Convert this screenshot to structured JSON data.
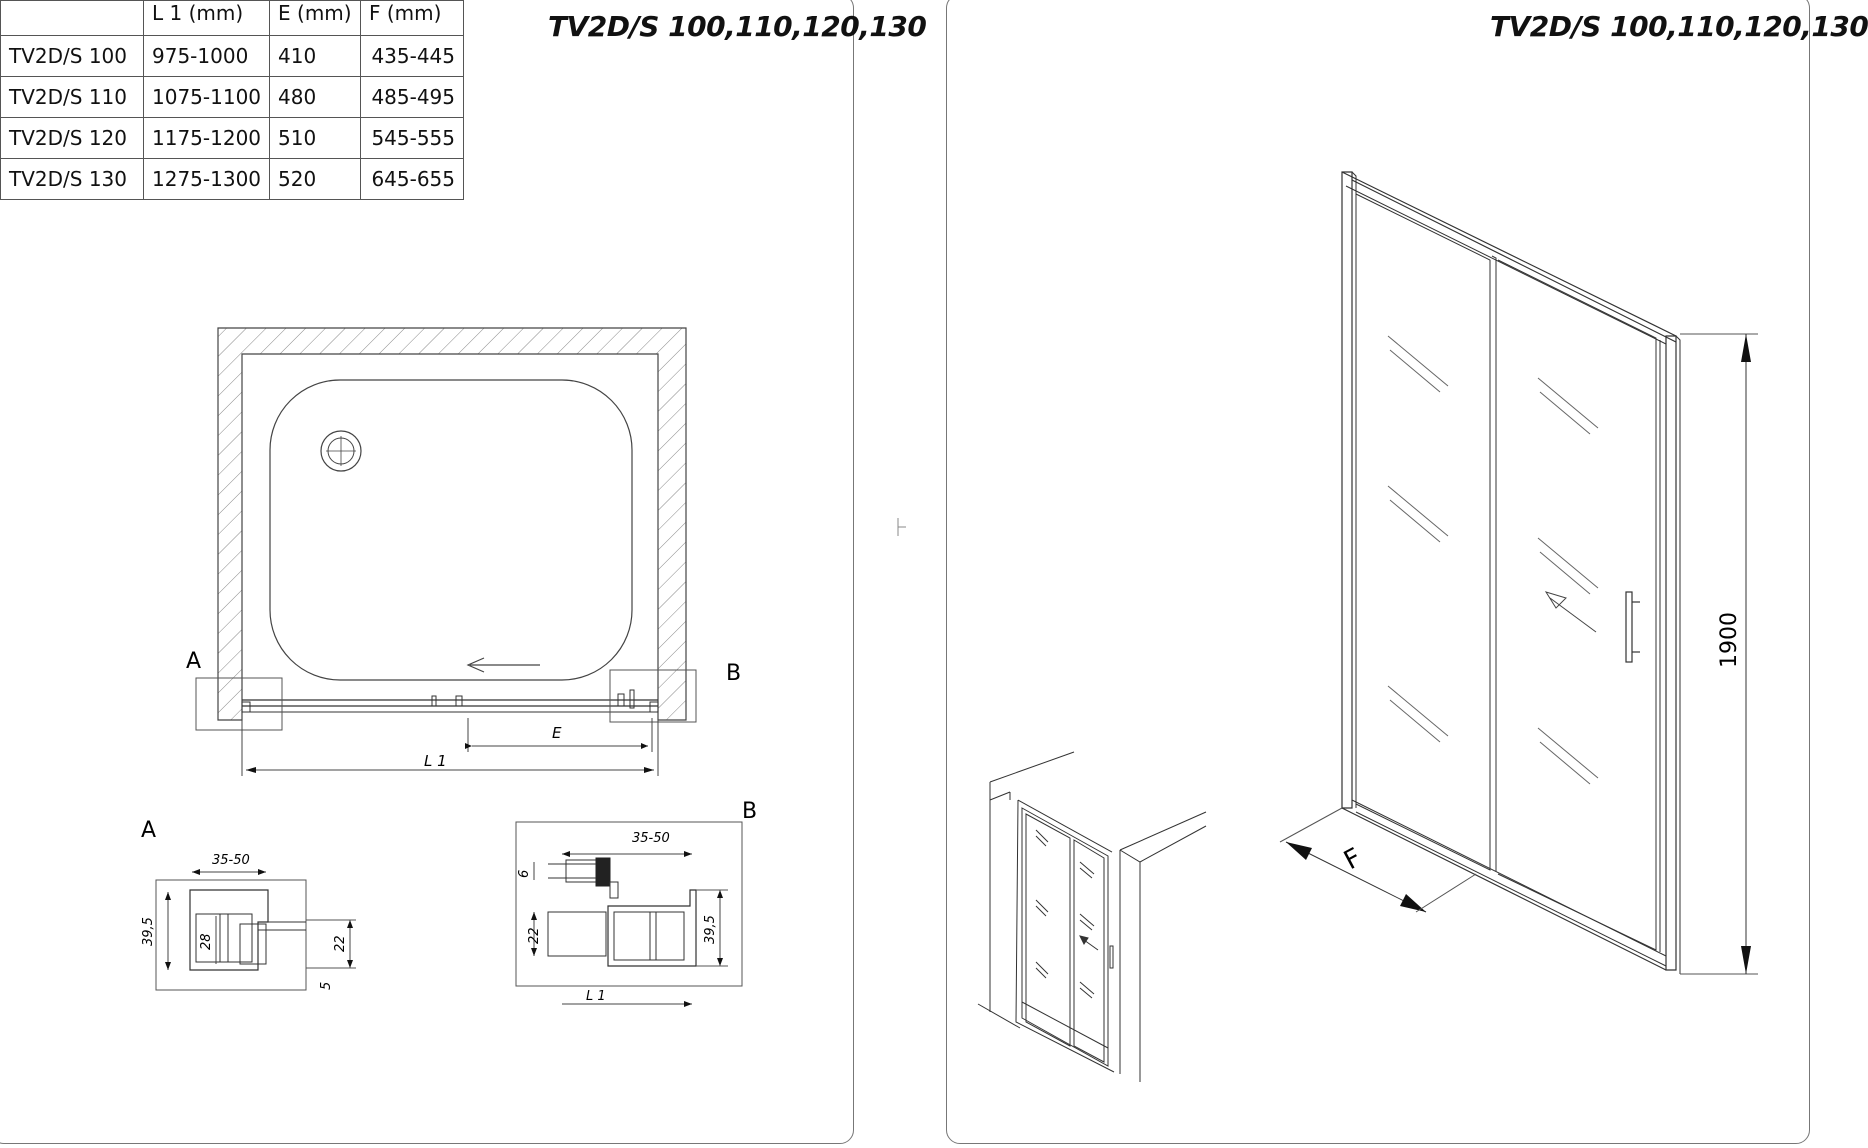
{
  "title_left": "TV2D/S 100,110,120,130",
  "title_right": "TV2D/S 100,110,120,130",
  "table": {
    "headers": [
      "",
      "L 1  (mm)",
      "E (mm)",
      "F (mm)"
    ],
    "rows": [
      {
        "model": "TV2D/S 100",
        "l1": "975-1000",
        "e": "410",
        "f": "435-445"
      },
      {
        "model": "TV2D/S 110",
        "l1": "1075-1100",
        "e": "480",
        "f": "485-495"
      },
      {
        "model": "TV2D/S 120",
        "l1": "1175-1200",
        "e": "510",
        "f": "545-555"
      },
      {
        "model": "TV2D/S 130",
        "l1": "1275-1300",
        "e": "520",
        "f": "645-655"
      }
    ]
  },
  "plan": {
    "label_a": "A",
    "label_b": "B",
    "dim_e": "E",
    "dim_l1": "L 1"
  },
  "detail_a": {
    "label": "A",
    "width": "35-50",
    "height_total": "39,5",
    "height_inner": "28",
    "profile_height": "22",
    "offset": "5"
  },
  "detail_b": {
    "label": "B",
    "width": "35-50",
    "top_dim": "6",
    "lower_dim": "22",
    "height_total": "39,5",
    "length": "L 1"
  },
  "iso": {
    "height": "1900",
    "depth": "F"
  }
}
